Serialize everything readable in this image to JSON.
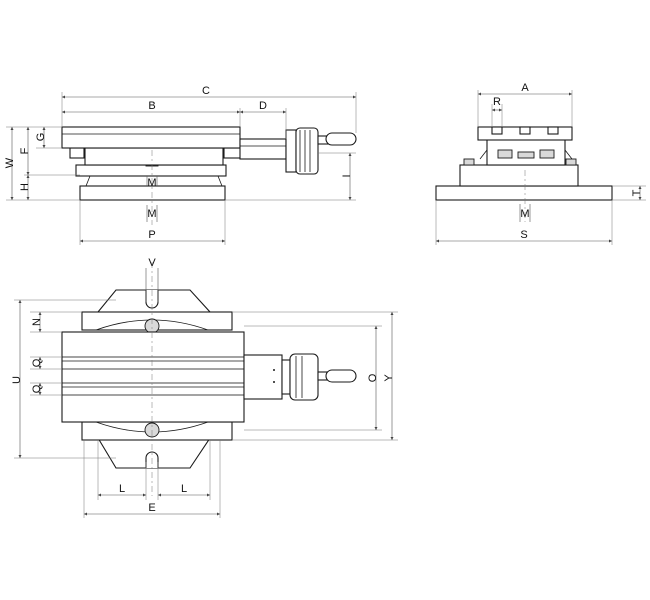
{
  "labels": {
    "A": "A",
    "B": "B",
    "C": "C",
    "D": "D",
    "E": "E",
    "F": "F",
    "G": "G",
    "H": "H",
    "I": "I",
    "L": "L",
    "M": "M",
    "N": "N",
    "O": "O",
    "P": "P",
    "Q": "Q",
    "R": "R",
    "S": "S",
    "T": "T",
    "U": "U",
    "V": "V",
    "W": "W",
    "Y": "Y"
  }
}
